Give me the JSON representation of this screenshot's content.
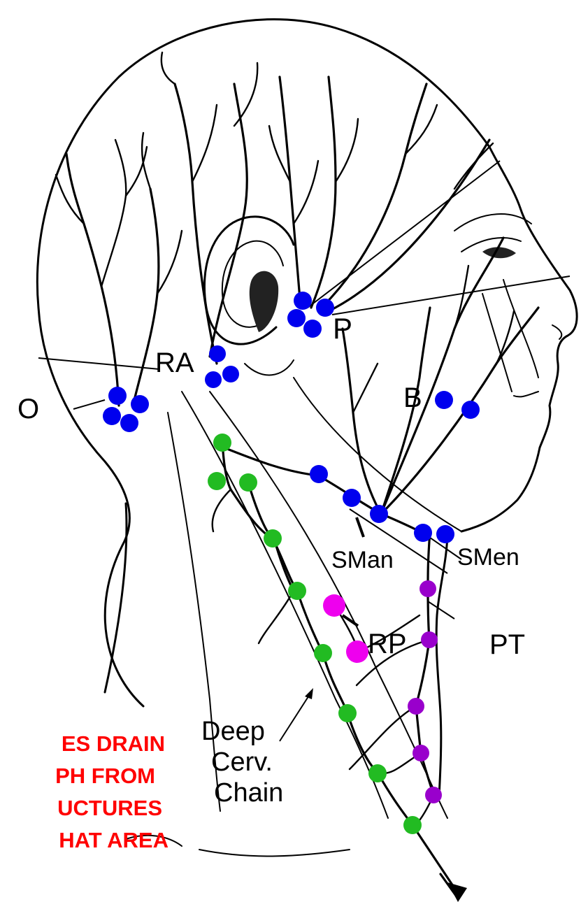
{
  "colors": {
    "blue_nodes": "#0000ee",
    "green_nodes": "#22bb22",
    "purple_nodes": "#9900cc",
    "magenta_nodes": "#ee00ee",
    "note_red": "#ff0000"
  },
  "labels": {
    "parotid": "P",
    "retroauricular": "RA",
    "occipital": "O",
    "buccal": "B",
    "submandibular": "SMan",
    "submental": "SMen",
    "retropharyngeal": "RP",
    "pretracheal": "PT",
    "deep_cervical_line1": "Deep",
    "deep_cervical_line2": "Cerv.",
    "deep_cervical_line3": "Chain"
  },
  "note": {
    "line1": "ES DRAIN",
    "line2": "PH FROM",
    "line3": "UCTURES",
    "line4": "HAT AREA"
  }
}
